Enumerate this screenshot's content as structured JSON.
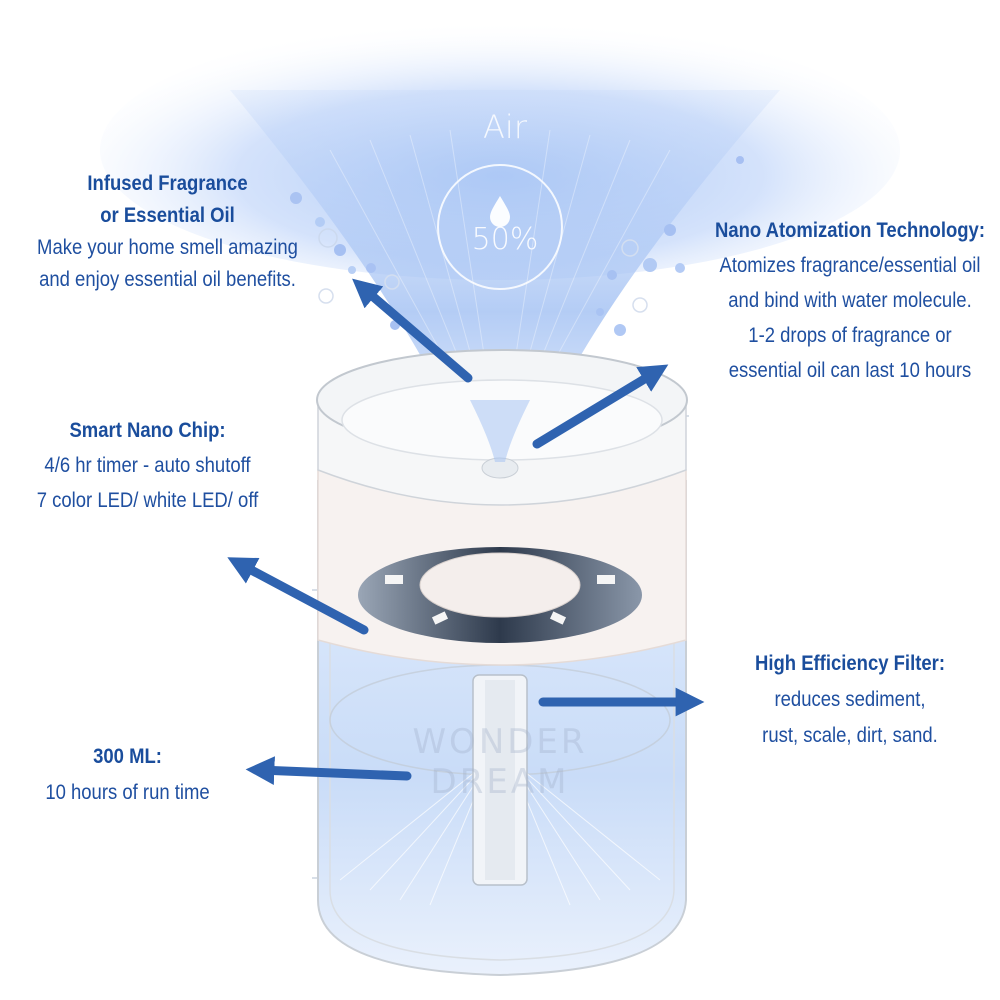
{
  "display": {
    "mode_label": "Air",
    "humidity_value": "50%",
    "icon": "water-drop-icon"
  },
  "watermark": "WONDER DREAM",
  "accent_color": "#2f63b0",
  "callouts": {
    "fragrance": {
      "title_line1": "Infused Fragrance",
      "title_line2": "or Essential Oil",
      "body_line1": "Make your home smell amazing",
      "body_line2": "and enjoy essential oil benefits."
    },
    "nano_atomization": {
      "title": "Nano Atomization Technology:",
      "body_line1": "Atomizes fragrance/essential oil",
      "body_line2": "and bind with water molecule.",
      "body_line3": "1-2 drops of fragrance or",
      "body_line4": "essential oil can last 10 hours"
    },
    "smart_chip": {
      "title": "Smart Nano Chip:",
      "body_line1": "4/6 hr timer - auto shutoff",
      "body_line2": "7 color LED/ white LED/ off"
    },
    "filter": {
      "title": "High Efficiency Filter:",
      "body_line1": "reduces sediment,",
      "body_line2": "rust, scale, dirt, sand."
    },
    "capacity": {
      "title": "300 ML:",
      "body_line1": "10 hours of run time"
    }
  }
}
